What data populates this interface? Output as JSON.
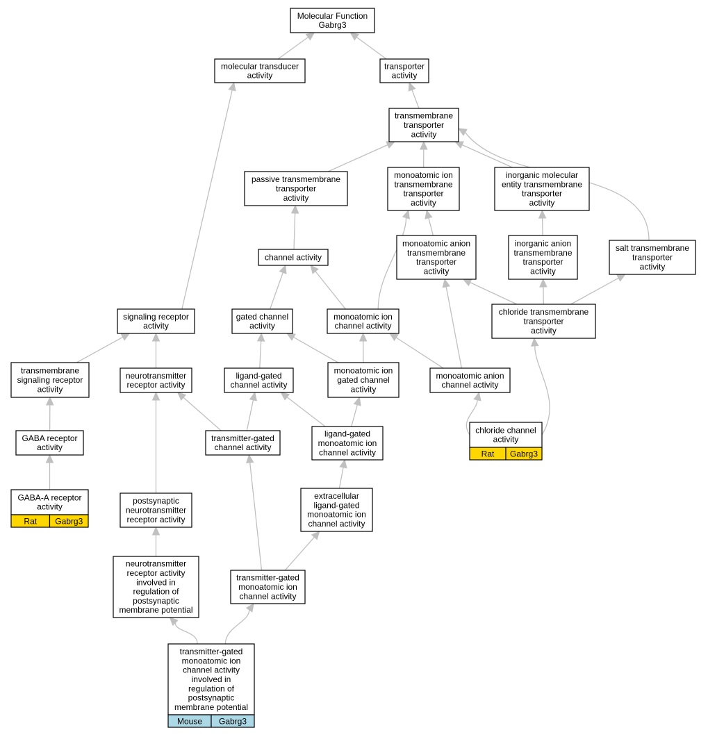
{
  "colors": {
    "edge": "#c0c0c0",
    "rat": "#ffd700",
    "mouse": "#add8e6"
  },
  "nodes": [
    {
      "id": "mf",
      "lines": [
        "Molecular Function",
        "Gabrg3"
      ]
    },
    {
      "id": "mta",
      "lines": [
        "molecular transducer",
        "activity"
      ]
    },
    {
      "id": "ta",
      "lines": [
        "transporter",
        "activity"
      ]
    },
    {
      "id": "tmt",
      "lines": [
        "transmembrane",
        "transporter",
        "activity"
      ]
    },
    {
      "id": "ptt",
      "lines": [
        "passive transmembrane",
        "transporter",
        "activity"
      ]
    },
    {
      "id": "mitt",
      "lines": [
        "monoatomic ion",
        "transmembrane",
        "transporter",
        "activity"
      ]
    },
    {
      "id": "imett",
      "lines": [
        "inorganic molecular",
        "entity transmembrane",
        "transporter",
        "activity"
      ]
    },
    {
      "id": "ca",
      "lines": [
        "channel activity"
      ]
    },
    {
      "id": "matt",
      "lines": [
        "monoatomic anion",
        "transmembrane",
        "transporter",
        "activity"
      ]
    },
    {
      "id": "iatt",
      "lines": [
        "inorganic anion",
        "transmembrane",
        "transporter",
        "activity"
      ]
    },
    {
      "id": "stt",
      "lines": [
        "salt transmembrane",
        "transporter",
        "activity"
      ]
    },
    {
      "id": "sra",
      "lines": [
        "signaling receptor",
        "activity"
      ]
    },
    {
      "id": "gca",
      "lines": [
        "gated channel",
        "activity"
      ]
    },
    {
      "id": "mica",
      "lines": [
        "monoatomic ion",
        "channel activity"
      ]
    },
    {
      "id": "ctt",
      "lines": [
        "chloride transmembrane",
        "transporter",
        "activity"
      ]
    },
    {
      "id": "tsra",
      "lines": [
        "transmembrane",
        "signaling receptor",
        "activity"
      ]
    },
    {
      "id": "nra",
      "lines": [
        "neurotransmitter",
        "receptor activity"
      ]
    },
    {
      "id": "lgca",
      "lines": [
        "ligand-gated",
        "channel activity"
      ]
    },
    {
      "id": "migca",
      "lines": [
        "monoatomic ion",
        "gated channel",
        "activity"
      ]
    },
    {
      "id": "maca",
      "lines": [
        "monoatomic anion",
        "channel activity"
      ]
    },
    {
      "id": "gra",
      "lines": [
        "GABA receptor",
        "activity"
      ]
    },
    {
      "id": "tgca",
      "lines": [
        "transmitter-gated",
        "channel activity"
      ]
    },
    {
      "id": "lgmica",
      "lines": [
        "ligand-gated",
        "monoatomic ion",
        "channel activity"
      ]
    },
    {
      "id": "cca",
      "lines": [
        "chloride channel",
        "activity"
      ],
      "badges": [
        "Rat",
        "Gabrg3"
      ],
      "badge_color": "rat"
    },
    {
      "id": "gara",
      "lines": [
        "GABA-A receptor",
        "activity"
      ],
      "badges": [
        "Rat",
        "Gabrg3"
      ],
      "badge_color": "rat"
    },
    {
      "id": "pnra",
      "lines": [
        "postsynaptic",
        "neurotransmitter",
        "receptor activity"
      ]
    },
    {
      "id": "elgmica",
      "lines": [
        "extracellular",
        "ligand-gated",
        "monoatomic ion",
        "channel activity"
      ]
    },
    {
      "id": "nrair",
      "lines": [
        "neurotransmitter",
        "receptor activity",
        "involved in",
        "regulation of",
        "postsynaptic",
        "membrane potential"
      ]
    },
    {
      "id": "tgmica",
      "lines": [
        "transmitter-gated",
        "monoatomic ion",
        "channel activity"
      ]
    },
    {
      "id": "tgmicair",
      "lines": [
        "transmitter-gated",
        "monoatomic ion",
        "channel activity",
        "involved in",
        "regulation of",
        "postsynaptic",
        "membrane potential"
      ],
      "badges": [
        "Mouse",
        "Gabrg3"
      ],
      "badge_color": "mouse"
    }
  ],
  "edges": [
    [
      "mta",
      "mf"
    ],
    [
      "ta",
      "mf"
    ],
    [
      "tmt",
      "ta"
    ],
    [
      "ptt",
      "tmt"
    ],
    [
      "mitt",
      "tmt"
    ],
    [
      "imett",
      "tmt"
    ],
    [
      "stt",
      "tmt"
    ],
    [
      "ca",
      "ptt"
    ],
    [
      "matt",
      "mitt"
    ],
    [
      "mica",
      "mitt"
    ],
    [
      "iatt",
      "imett"
    ],
    [
      "gca",
      "ca"
    ],
    [
      "mica",
      "ca"
    ],
    [
      "ctt",
      "matt"
    ],
    [
      "maca",
      "matt"
    ],
    [
      "ctt",
      "iatt"
    ],
    [
      "ctt",
      "stt"
    ],
    [
      "sra",
      "mta"
    ],
    [
      "tsra",
      "sra"
    ],
    [
      "nra",
      "sra"
    ],
    [
      "lgca",
      "gca"
    ],
    [
      "migca",
      "gca"
    ],
    [
      "migca",
      "mica"
    ],
    [
      "maca",
      "mica"
    ],
    [
      "cca",
      "ctt"
    ],
    [
      "cca",
      "maca"
    ],
    [
      "gra",
      "tsra"
    ],
    [
      "tgca",
      "nra"
    ],
    [
      "pnra",
      "nra"
    ],
    [
      "tgca",
      "lgca"
    ],
    [
      "lgmica",
      "lgca"
    ],
    [
      "lgmica",
      "migca"
    ],
    [
      "gara",
      "gra"
    ],
    [
      "elgmica",
      "lgmica"
    ],
    [
      "nrair",
      "pnra"
    ],
    [
      "tgmica",
      "tgca"
    ],
    [
      "tgmica",
      "elgmica"
    ],
    [
      "tgmicair",
      "nrair"
    ],
    [
      "tgmicair",
      "tgmica"
    ]
  ]
}
